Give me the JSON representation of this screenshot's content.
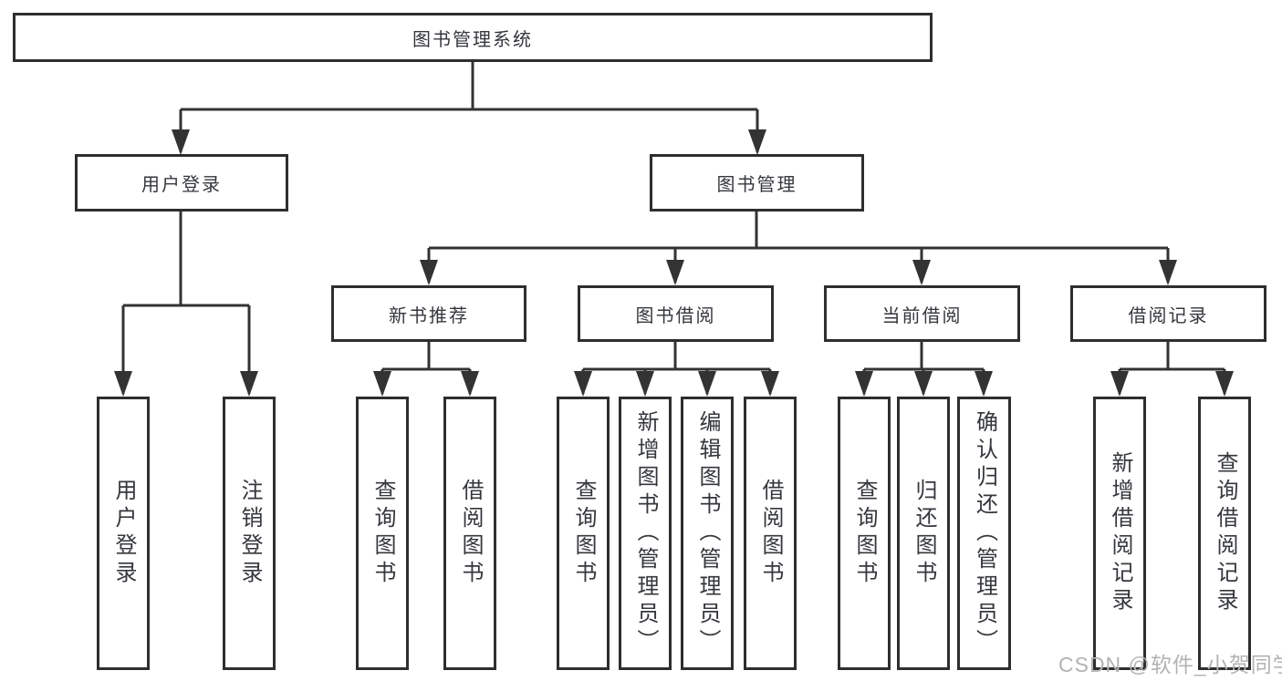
{
  "diagram": {
    "type": "hierarchy-tree",
    "title": "图书管理系统",
    "nodes": {
      "root": {
        "label": "图书管理系统"
      },
      "user_login": {
        "label": "用户登录"
      },
      "book_mgmt": {
        "label": "图书管理"
      },
      "leaf_user_login": {
        "label": "用户登录"
      },
      "leaf_logout": {
        "label": "注销登录"
      },
      "new_book_rec": {
        "label": "新书推荐"
      },
      "book_borrow": {
        "label": "图书借阅"
      },
      "current_borrow": {
        "label": "当前借阅"
      },
      "borrow_records": {
        "label": "借阅记录"
      },
      "nbr_query_book": {
        "label": "查询图书"
      },
      "nbr_borrow_book": {
        "label": "借阅图书"
      },
      "bb_query_book": {
        "label": "查询图书"
      },
      "bb_add_book_admin": {
        "label": "新增图书（管理员）"
      },
      "bb_edit_book_admin": {
        "label": "编辑图书（管理员）"
      },
      "bb_borrow_book": {
        "label": "借阅图书"
      },
      "cb_query_book": {
        "label": "查询图书"
      },
      "cb_return_book": {
        "label": "归还图书"
      },
      "cb_confirm_return_admin": {
        "label": "确认归还（管理员）"
      },
      "br_add_record": {
        "label": "新增借阅记录"
      },
      "br_query_record": {
        "label": "查询借阅记录"
      }
    },
    "hierarchy": {
      "图书管理系统": [
        "用户登录",
        "图书管理"
      ],
      "用户登录": [
        "用户登录",
        "注销登录"
      ],
      "图书管理": [
        "新书推荐",
        "图书借阅",
        "当前借阅",
        "借阅记录"
      ],
      "新书推荐": [
        "查询图书",
        "借阅图书"
      ],
      "图书借阅": [
        "查询图书",
        "新增图书（管理员）",
        "编辑图书（管理员）",
        "借阅图书"
      ],
      "当前借阅": [
        "查询图书",
        "归还图书",
        "确认归还（管理员）"
      ],
      "借阅记录": [
        "新增借阅记录",
        "查询借阅记录"
      ]
    },
    "colors": {
      "line": "#333333",
      "box_border": "#2e2e2e",
      "box_fill": "#ffffff",
      "text": "#34373c",
      "watermark": "#b3b3b3",
      "background": "#ffffff"
    }
  },
  "watermark": {
    "text": "CSDN @软件_小贺同学"
  }
}
